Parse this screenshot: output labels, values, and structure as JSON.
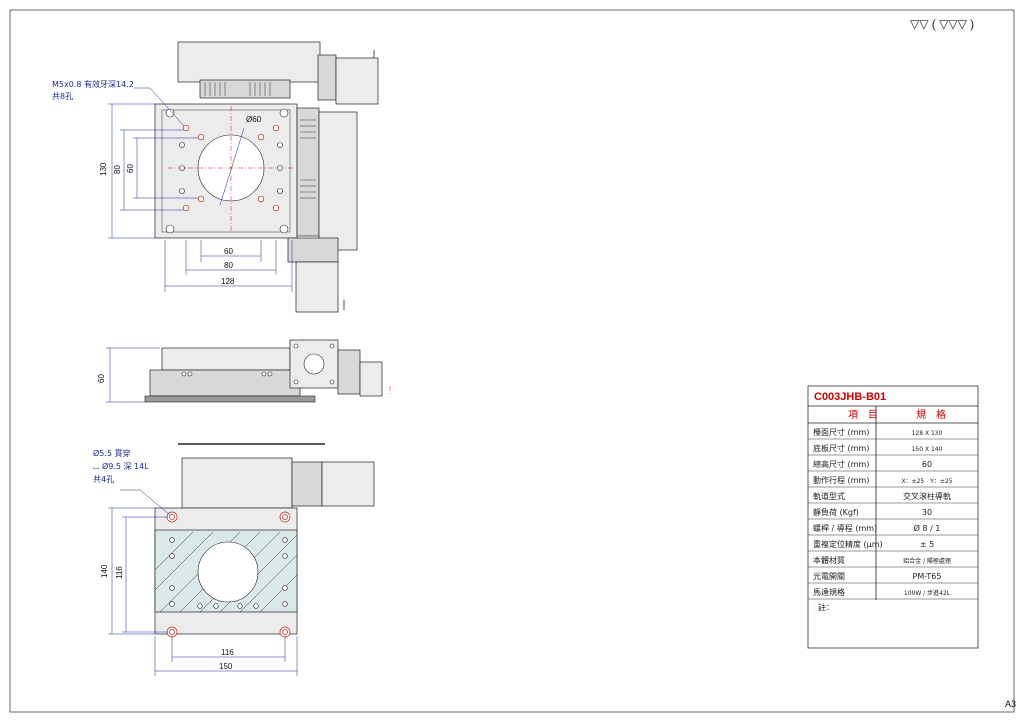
{
  "corner_symbol": "▽▽ ( ▽▽▽ )",
  "sheet_size": "A3",
  "top_view": {
    "thread_note_line1": "M5x0.8 有效牙深14.2",
    "thread_note_line2": "共8孔",
    "dia_label": "Ø60",
    "dim_130": "130",
    "dim_80_v": "80",
    "dim_60_v": "60",
    "dim_60_h": "60",
    "dim_80_h": "80",
    "dim_128": "128"
  },
  "side_view": {
    "dim_60": "60"
  },
  "bottom_view": {
    "hole_note_line1": "Ø5.5 貫穿",
    "hole_note_line2": "⌴ Ø9.5 深 14L",
    "hole_note_line3": "共4孔",
    "dim_140": "140",
    "dim_116_v": "116",
    "dim_116_h": "116",
    "dim_150": "150"
  },
  "spec_table": {
    "model": "C003JHB-B01",
    "header_item": "項　目",
    "header_spec": "規　格",
    "rows": [
      {
        "label": "檯面尺寸 (mm)",
        "value": "128 X 130"
      },
      {
        "label": "底板尺寸 (mm)",
        "value": "150 X 140"
      },
      {
        "label": "總高尺寸 (mm)",
        "value": "60"
      },
      {
        "label": "動作行程 (mm)",
        "value": "X：±25　Y：±25"
      },
      {
        "label": "軌道型式",
        "value": "交叉滾柱導軌"
      },
      {
        "label": "靜負荷 (Kgf)",
        "value": "30"
      },
      {
        "label": "螺桿 / 導程 (mm)",
        "value": "Ø 8 / 1"
      },
      {
        "label": "重複定位精度 (µm)",
        "value": "± 5"
      },
      {
        "label": "本體材質",
        "value": "鋁合金 / 陽極處理"
      },
      {
        "label": "光電開關",
        "value": "PM-T65"
      },
      {
        "label": "馬達規格",
        "value": "100W / 步進42L"
      }
    ],
    "notes_label": "註："
  }
}
